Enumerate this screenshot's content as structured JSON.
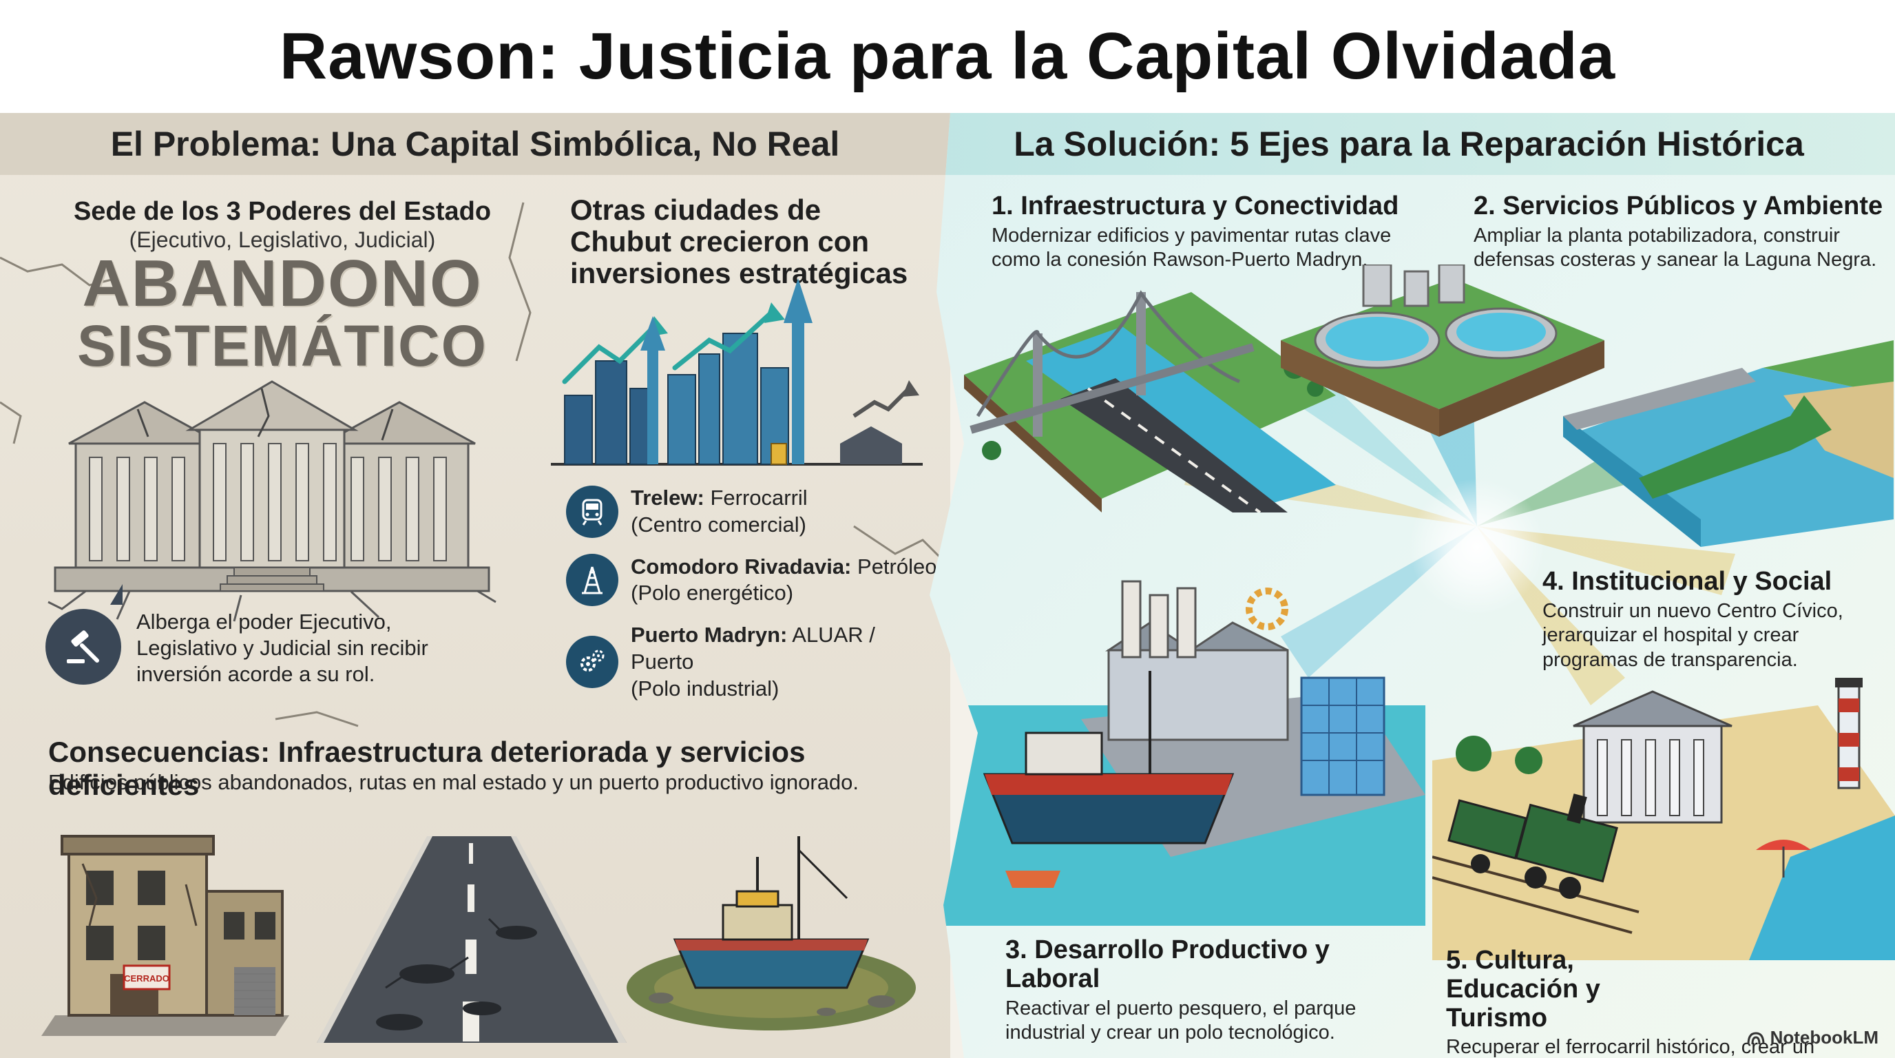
{
  "title": "Rawson: Justicia para la Capital Olvidada",
  "left": {
    "banner": "El Problema: Una Capital Simbólica, No Real",
    "sede_title": "Sede de los 3 Poderes del Estado",
    "sede_sub": "(Ejecutivo, Legislativo, Judicial)",
    "abandono_line1": "ABANDONO",
    "abandono_line2": "SISTEMÁTICO",
    "otras_title": "Otras ciudades de Chubut crecieron con inversiones estratégicas",
    "cities": [
      {
        "name": "Trelew:",
        "desc": "Ferrocarril",
        "sub": "(Centro comercial)",
        "icon": "train-icon"
      },
      {
        "name": "Comodoro Rivadavia:",
        "desc": "Petróleo",
        "sub": "(Polo energético)",
        "icon": "oil-rig-icon"
      },
      {
        "name": "Puerto Madryn:",
        "desc": "ALUAR / Puerto",
        "sub": "(Polo industrial)",
        "icon": "gears-icon"
      }
    ],
    "alberga": "Alberga el poder Ejecutivo, Legislativo y Judicial sin recibir inversión acorde a su rol.",
    "consecuencias_title": "Consecuencias: Infraestructura deteriorada y servicios deficientes",
    "consecuencias_sub": "Edificios públicos abandonados, rutas en mal estado y un puerto productivo ignorado.",
    "sign_text": "CERRADO"
  },
  "right": {
    "banner": "La Solución: 5 Ejes para la Reparación Histórica",
    "ejes": [
      {
        "title": "1. Infraestructura y Conectividad",
        "text": "Modernizar edificios y pavimentar rutas clave como la conesión Rawson-Puerto Madryn."
      },
      {
        "title": "2. Servicios Públicos y Ambiente",
        "text": "Ampliar la planta potabilizadora, construir defensas costeras y sanear la Laguna Negra."
      },
      {
        "title": "3. Desarrollo Productivo y Laboral",
        "text": "Reactivar el puerto pesquero, el parque industrial y crear un polo tecnológico."
      },
      {
        "title": "4. Institucional y Social",
        "text": "Construir un nuevo Centro Cívico, jerarquizar el hospital y crear programas de transparencia."
      },
      {
        "title": "5. Cultura, Educación y Turismo",
        "text": "Recuperar el ferrocarril histórico, crear un museo y promover el turismo en Playa Unión."
      }
    ]
  },
  "footer": {
    "brand": "NotebookLM"
  },
  "colors": {
    "navy": "#1f4e6b",
    "teal": "#2aa7a0",
    "ocean": "#3fb3d4",
    "green": "#3c8f45",
    "gold": "#e3b43a"
  }
}
